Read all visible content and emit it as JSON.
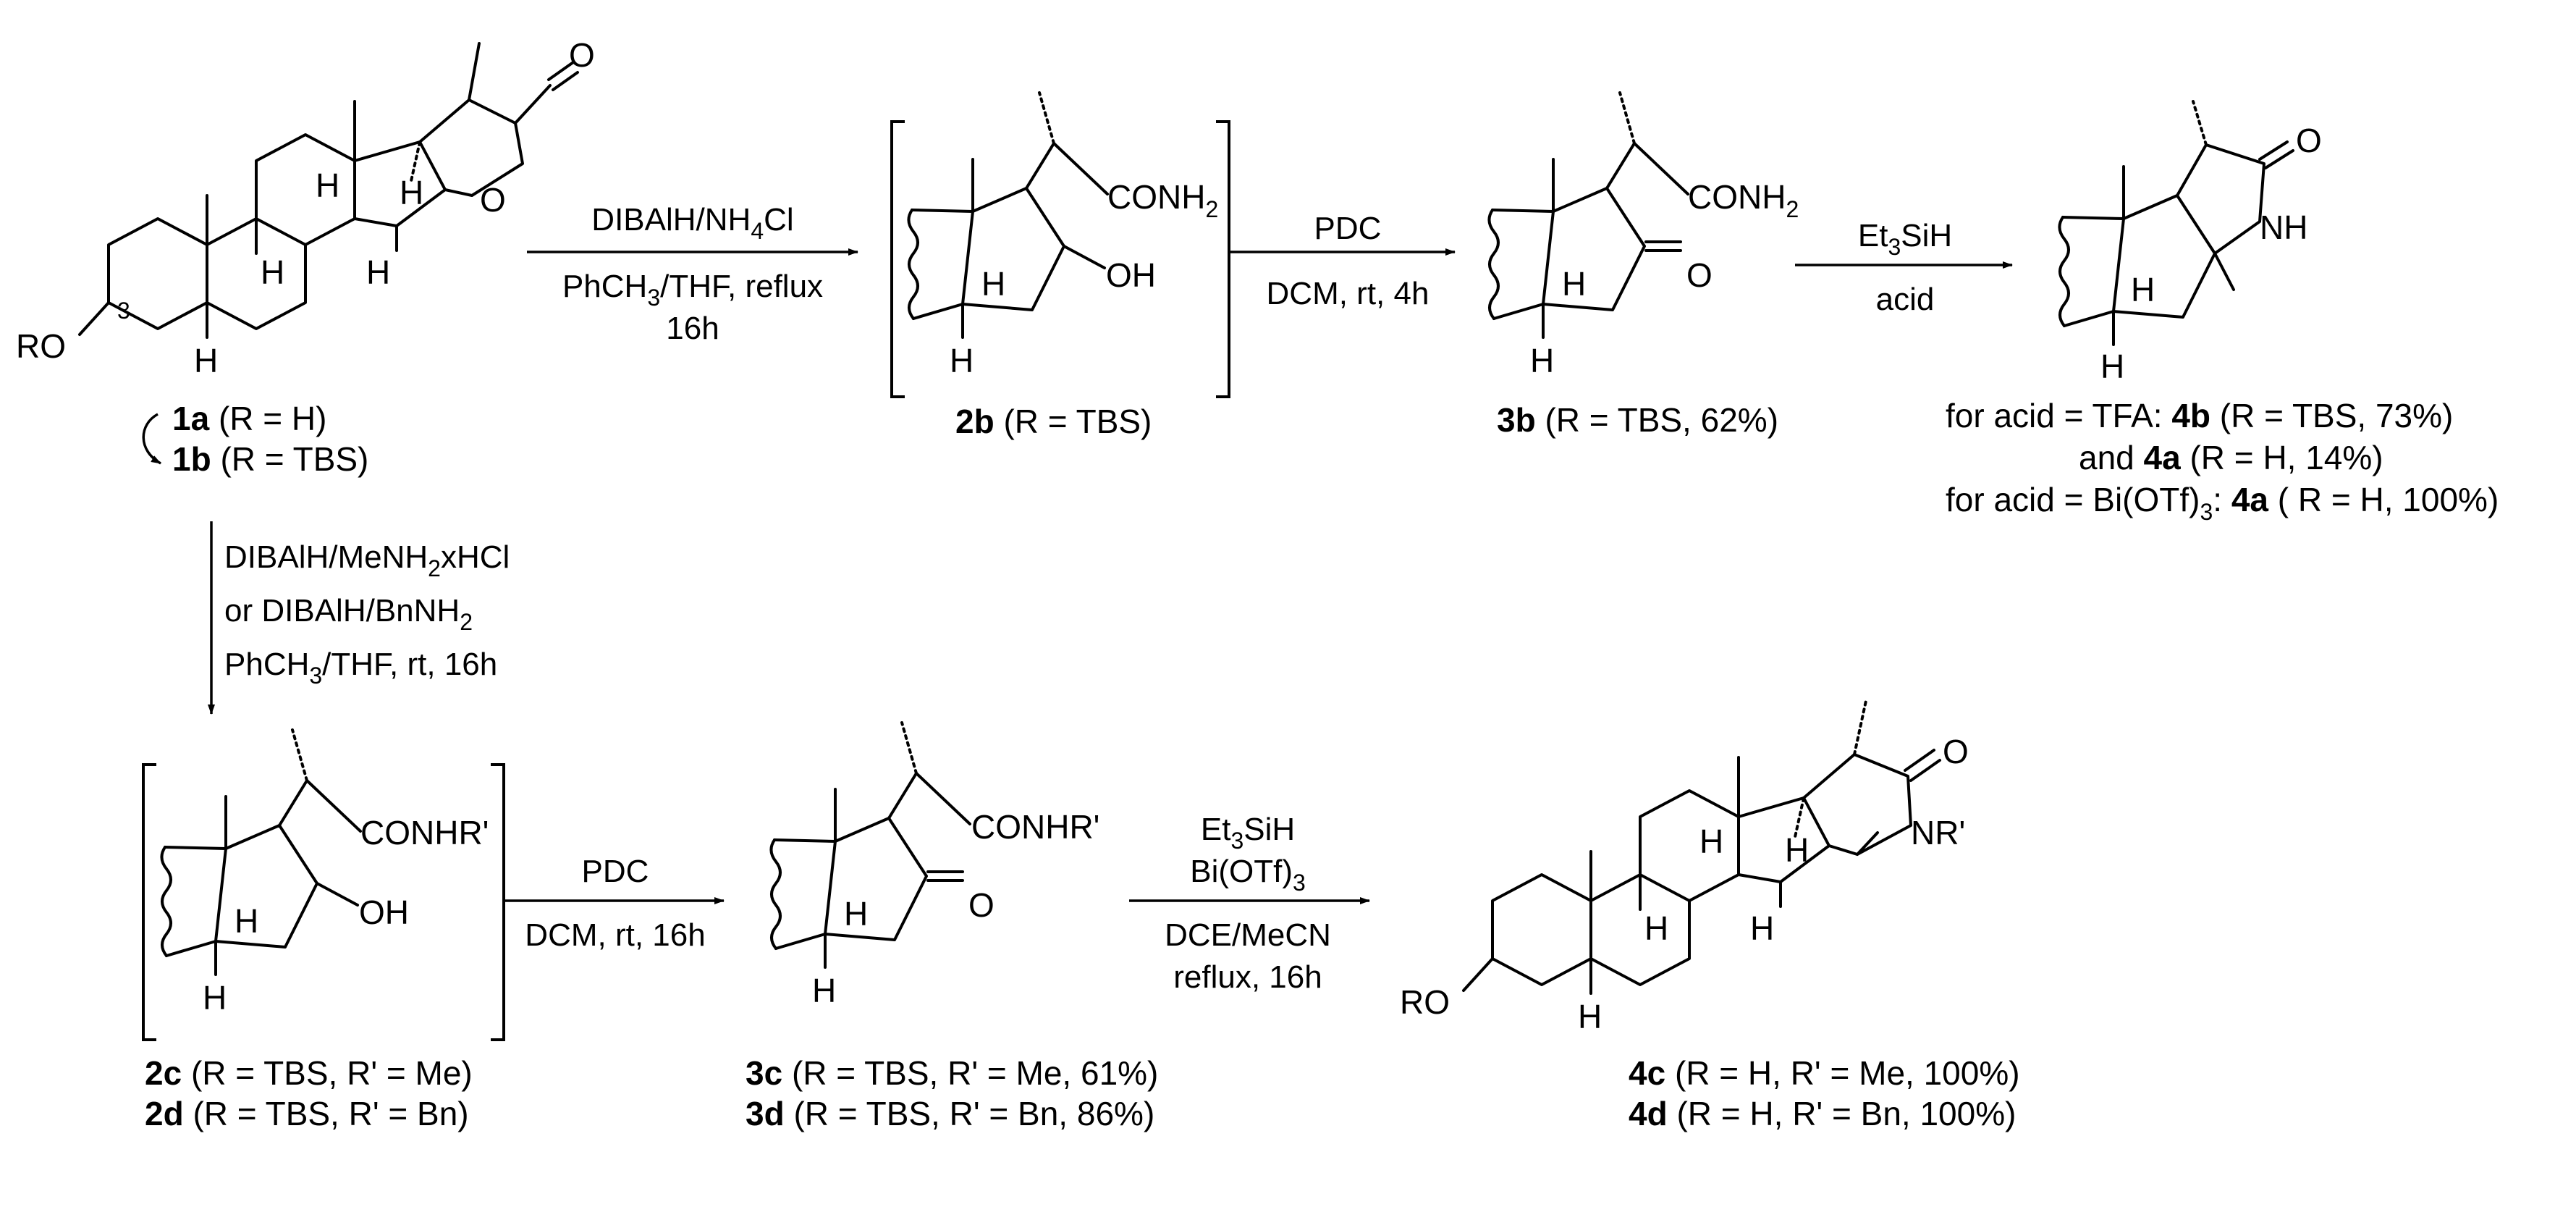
{
  "reactions": {
    "r1": {
      "line1a": "DIBAlH/NH",
      "line1b": "4",
      "line1c": "Cl",
      "line2a": "PhCH",
      "line2b": "3",
      "line2c": "/THF, reflux",
      "line3": "16h"
    },
    "r2": {
      "line1": "PDC",
      "line2": "DCM, rt, 4h"
    },
    "r3": {
      "line1a": "Et",
      "line1b": "3",
      "line1c": "SiH",
      "line2": "acid"
    },
    "r4": {
      "line1a": "DIBAlH/MeNH",
      "line1b": "2",
      "line1c": "xHCl",
      "line2a": "or DIBAlH/BnNH",
      "line2b": "2",
      "line3a": "PhCH",
      "line3b": "3",
      "line3c": "/THF, rt, 16h"
    },
    "r5": {
      "line1": "PDC",
      "line2": "DCM, rt, 16h"
    },
    "r6": {
      "line1a": "Et",
      "line1b": "3",
      "line1c": "SiH",
      "line2a": "Bi(OTf)",
      "line2b": "3",
      "line3": "DCE/MeCN",
      "line4": "reflux, 16h"
    }
  },
  "compounds": {
    "c1a": {
      "id": "1a",
      "desc": " (R = H)"
    },
    "c1b": {
      "id": "1b",
      "desc": " (R = TBS)"
    },
    "c2b": {
      "id": "2b",
      "desc": " (R = TBS)"
    },
    "c3b": {
      "id": "3b",
      "desc": " (R = TBS, 62%)"
    },
    "c2c": {
      "id": "2c",
      "desc": " (R = TBS, R' = Me)"
    },
    "c2d": {
      "id": "2d",
      "desc": " (R = TBS, R' = Bn)"
    },
    "c3c": {
      "id": "3c",
      "desc": " (R = TBS, R' = Me, 61%)"
    },
    "c3d": {
      "id": "3d",
      "desc": " (R = TBS, R' = Bn, 86%)"
    },
    "c4c": {
      "id": "4c",
      "desc": " (R = H, R' = Me, 100%)"
    },
    "c4d": {
      "id": "4d",
      "desc": " (R = H, R' = Bn, 100%)"
    }
  },
  "notes": {
    "n1a": "for acid = TFA: ",
    "n1b": "4b",
    "n1c": " (R = TBS, 73%)",
    "n2a": "and ",
    "n2b": "4a",
    "n2c": " (R = H, 14%)",
    "n3a": "for acid = Bi(OTf)",
    "n3b": "3",
    "n3c": ": ",
    "n3d": "4a",
    "n3e": " ( R = H, 100%)"
  },
  "atoms": {
    "O": "O",
    "H": "H",
    "RO": "RO",
    "OH": "OH",
    "NH": "NH",
    "num3": "3",
    "CONH": "CONH",
    "sub2": "2",
    "CONHR": "CONHR'",
    "NR": "NR'"
  }
}
